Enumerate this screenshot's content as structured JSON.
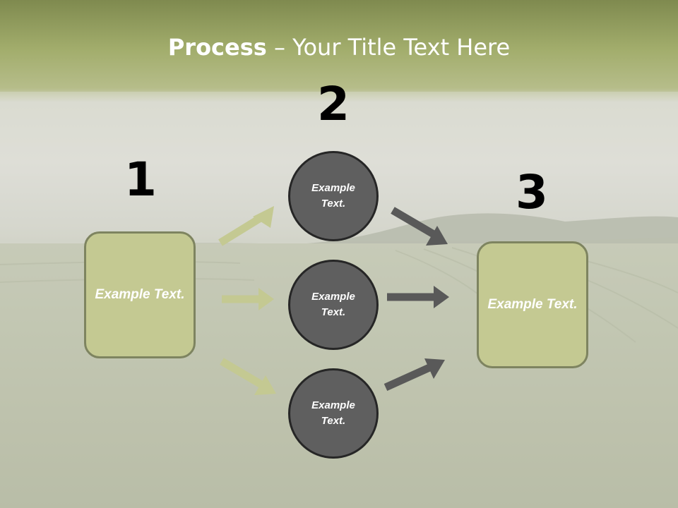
{
  "title": {
    "bold": "Process",
    "separator": " – ",
    "rest": "Your Title Text Here"
  },
  "steps": {
    "one": "1",
    "two": "2",
    "three": "3"
  },
  "left_box": {
    "text": "Example Text."
  },
  "right_box": {
    "text": "Example Text."
  },
  "circles": [
    {
      "text": "Example Text."
    },
    {
      "text": "Example Text."
    },
    {
      "text": "Example Text."
    }
  ],
  "colors": {
    "accent_green": "#c4c992",
    "box_border": "#7e8460",
    "circle_fill": "#5f5f5f",
    "circle_border": "#262626",
    "arrow_left": "#c4c992",
    "arrow_right": "#595959",
    "title_band": "#a2ad6c"
  }
}
